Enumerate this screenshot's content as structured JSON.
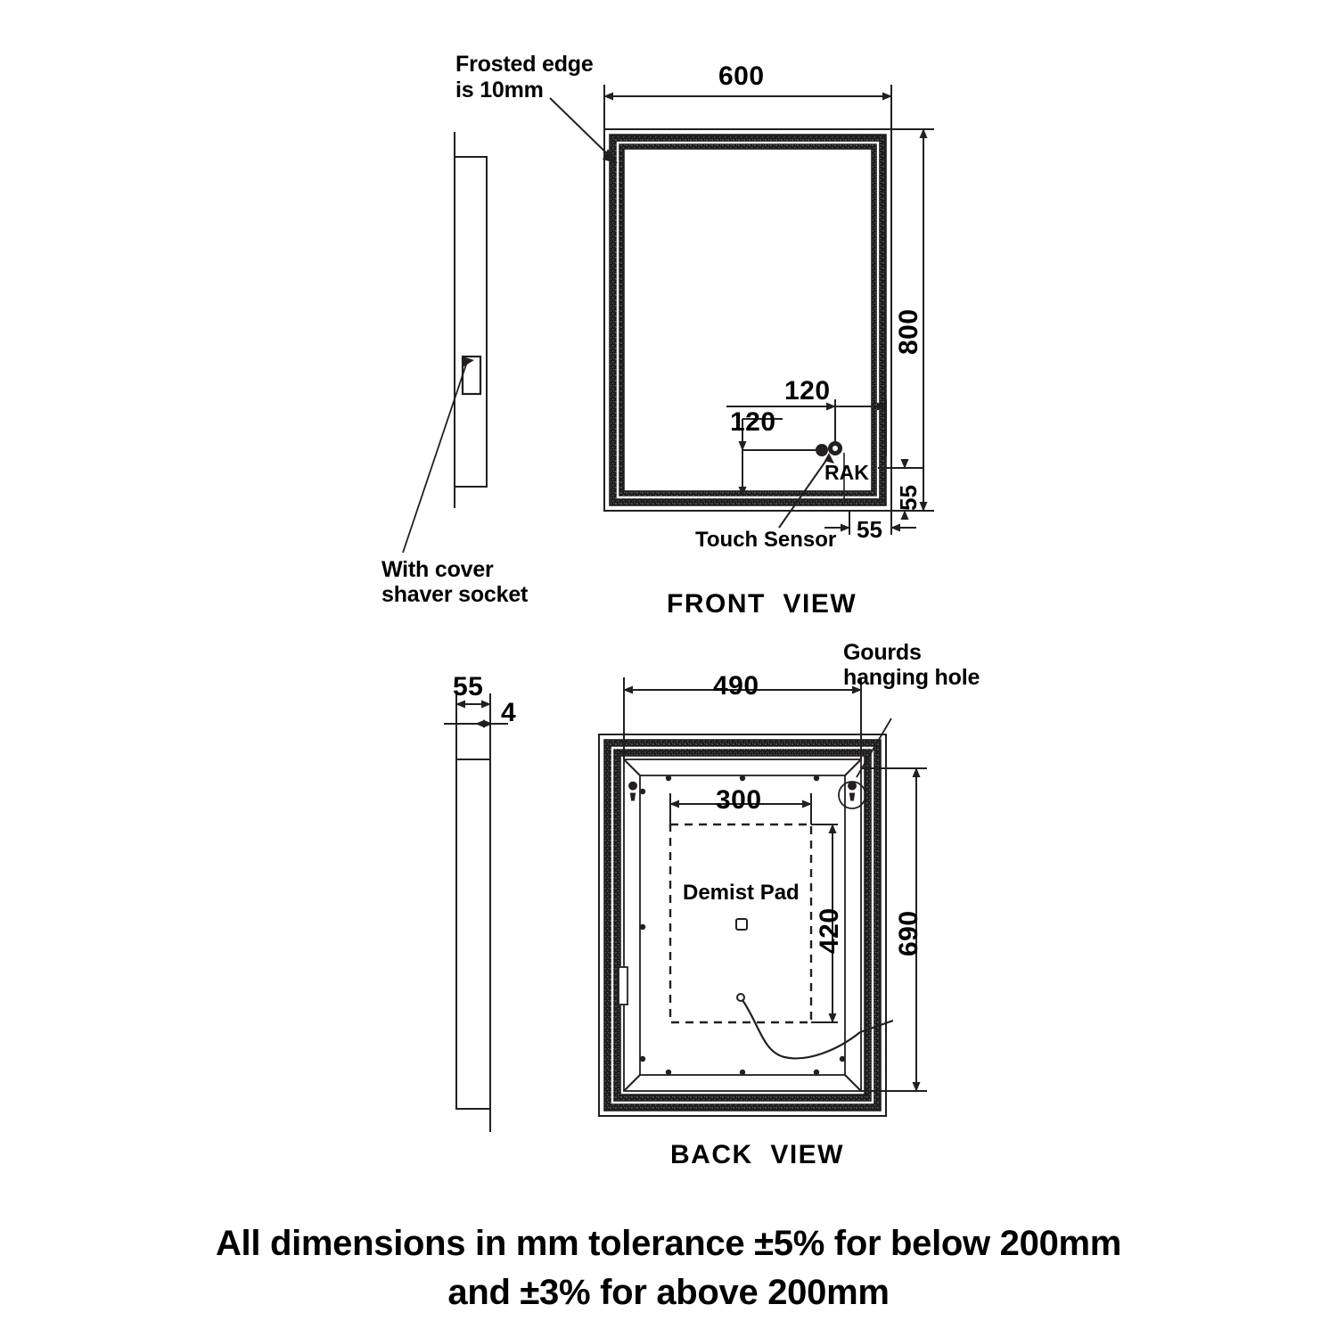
{
  "drawing": {
    "title": "LED Bathroom Mirror Technical Drawing",
    "units": "mm",
    "views": [
      {
        "name": "front",
        "label": "FRONT  VIEW"
      },
      {
        "name": "back",
        "label": "BACK  VIEW"
      }
    ],
    "caption_line1": "All dimensions in mm tolerance ±5% for below 200mm",
    "caption_line2": "and ±3% for above 200mm"
  },
  "front_view": {
    "label": "FRONT  VIEW",
    "annotations": {
      "frosted_edge_line1": "Frosted edge",
      "frosted_edge_line2": "is 10mm",
      "touch_sensor": "Touch Sensor",
      "brand": "RAK",
      "shaver_socket_line1": "With cover",
      "shaver_socket_line2": "shaver socket"
    },
    "dimensions": {
      "width": "600",
      "height": "800",
      "sensor_offset_x": "120",
      "sensor_offset_y": "120",
      "edge_right": "55",
      "edge_bottom": "55"
    }
  },
  "back_view": {
    "label": "BACK  VIEW",
    "annotations": {
      "gourds_line1": "Gourds",
      "gourds_line2": "hanging hole",
      "demist_pad": "Demist Pad"
    },
    "dimensions": {
      "plate_width": "490",
      "plate_height": "690",
      "demist_width": "300",
      "demist_height": "420",
      "side_depth": "55",
      "glass_thickness": "4"
    }
  },
  "colors": {
    "line": "#231f20",
    "frosted_band": "#1a1a1a",
    "background": "#ffffff"
  }
}
